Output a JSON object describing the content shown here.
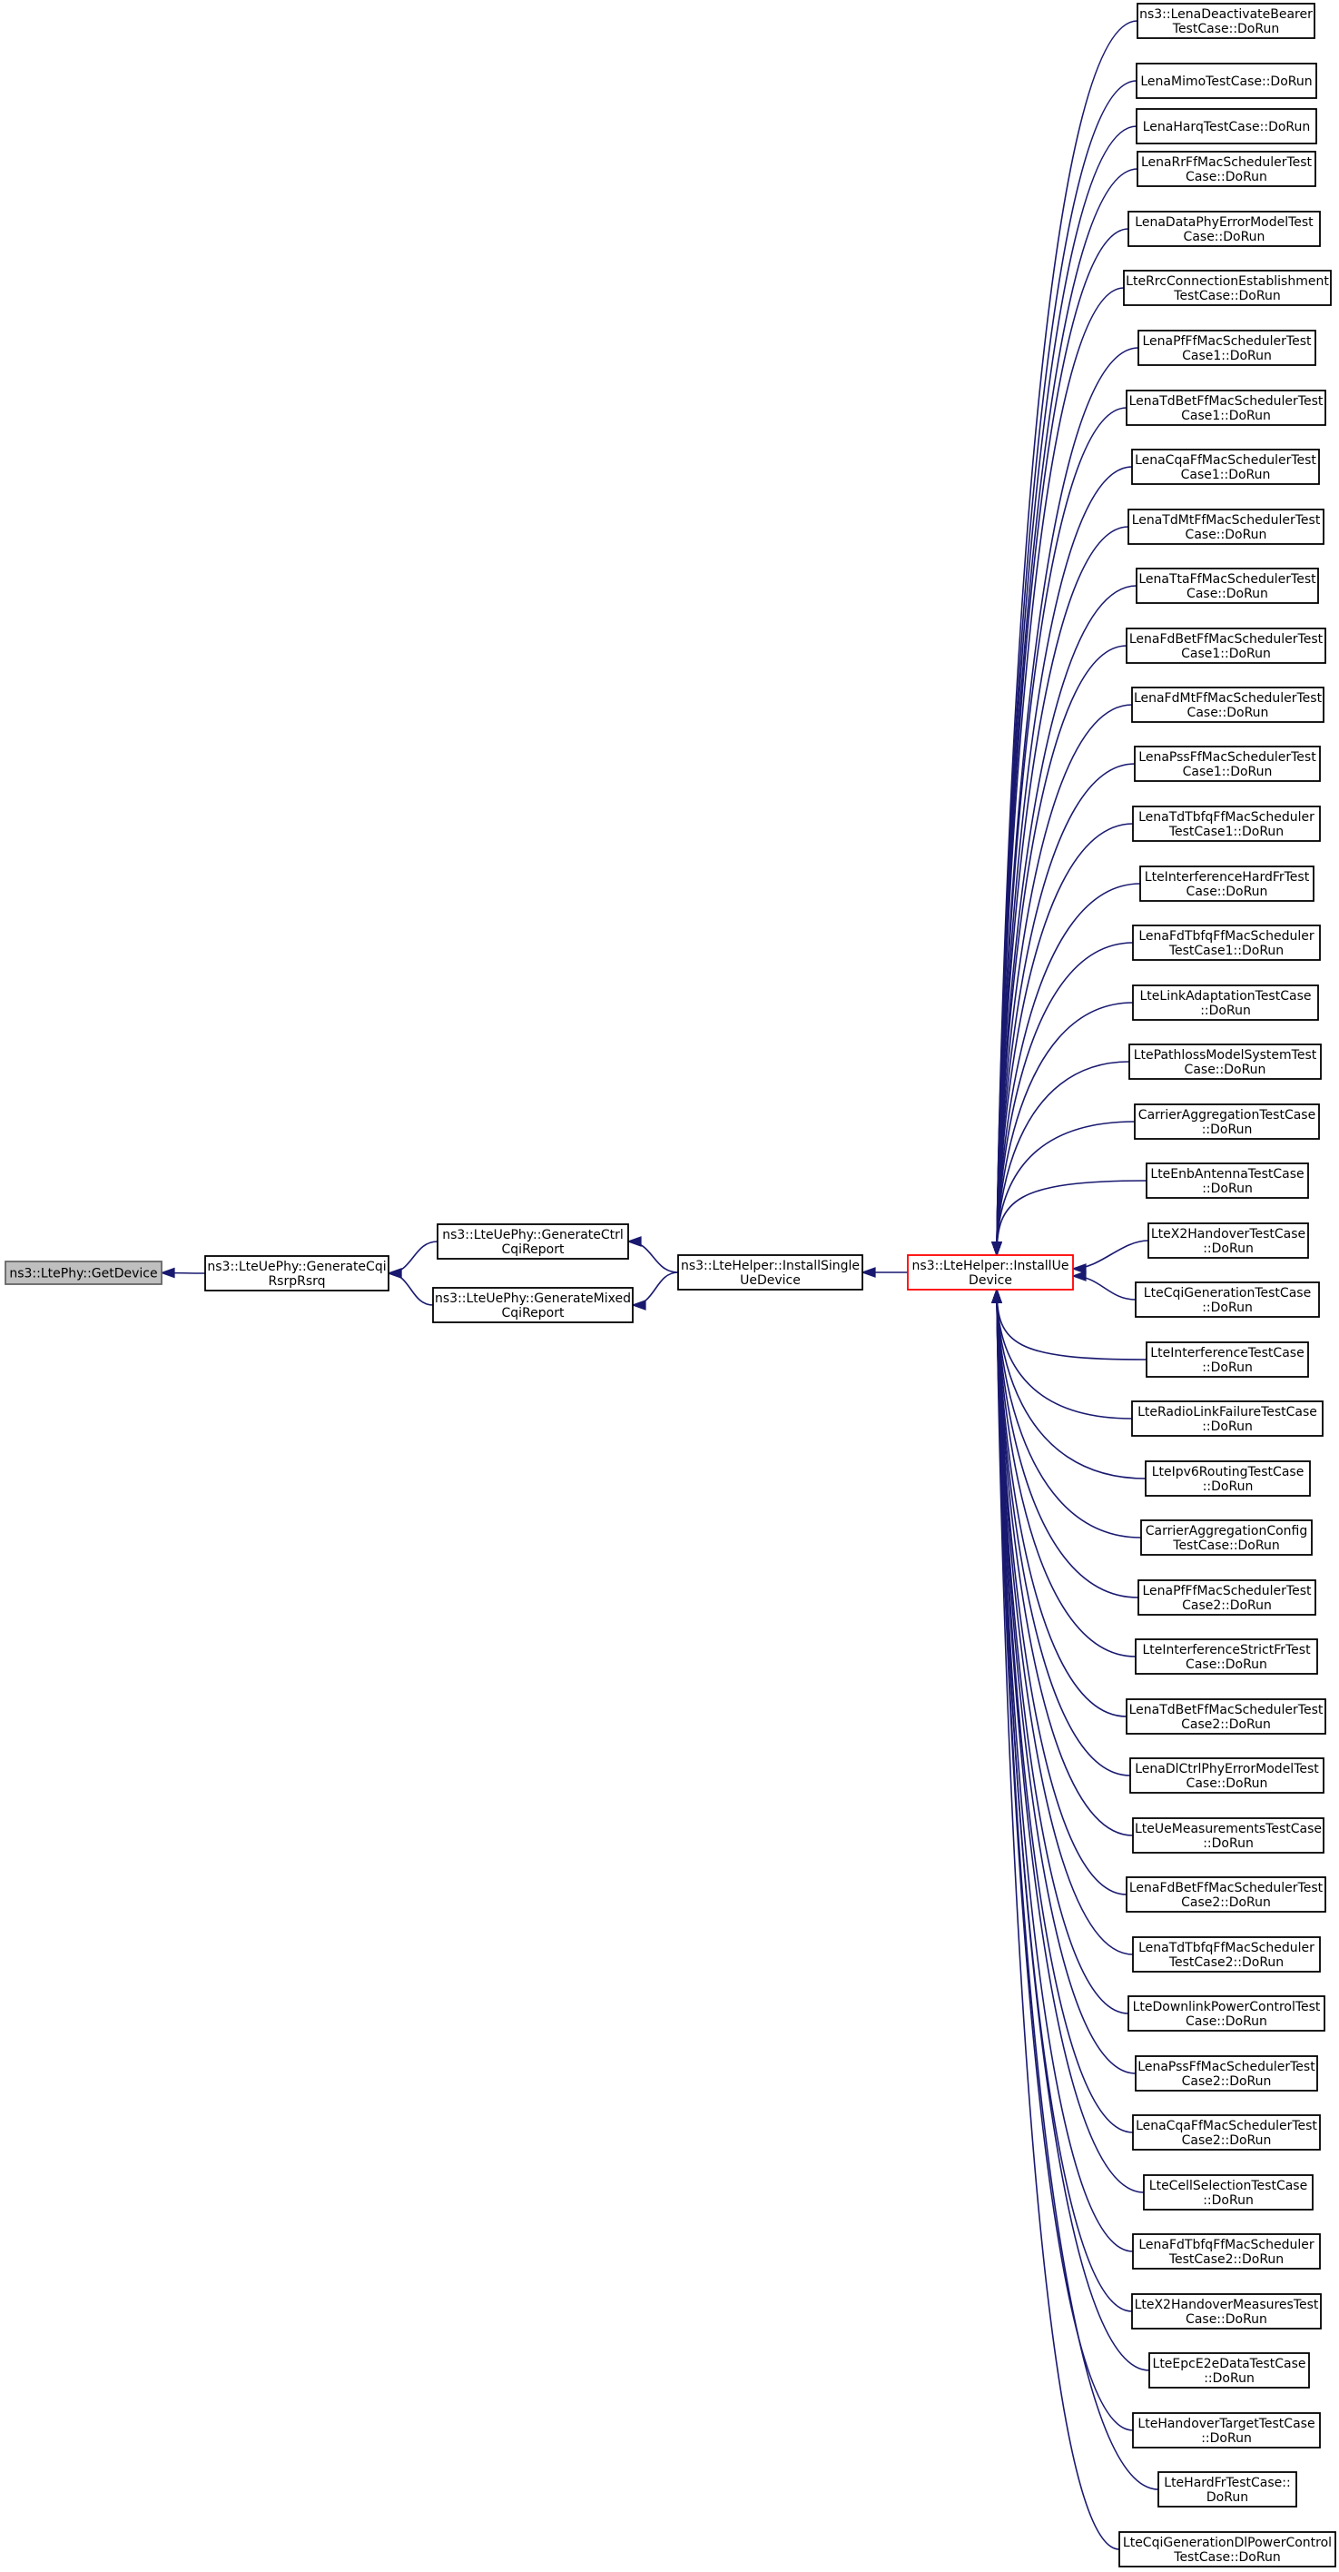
{
  "graph": {
    "colors": {
      "edge": "#191970",
      "current_fill": "#bfbfbf",
      "highlight_border": "#ff0000",
      "border": "#000000"
    },
    "nodes": [
      {
        "id": "getdevice",
        "lines": [
          "ns3::LtePhy::GetDevice"
        ],
        "style": "current"
      },
      {
        "id": "gencqi",
        "lines": [
          "ns3::LteUePhy::GenerateCqi",
          "RsrpRsrq"
        ]
      },
      {
        "id": "genctrl",
        "lines": [
          "ns3::LteUePhy::GenerateCtrl",
          "CqiReport"
        ]
      },
      {
        "id": "genmixed",
        "lines": [
          "ns3::LteUePhy::GenerateMixed",
          "CqiReport"
        ]
      },
      {
        "id": "installsingle",
        "lines": [
          "ns3::LteHelper::InstallSingle",
          "UeDevice"
        ]
      },
      {
        "id": "installue",
        "lines": [
          "ns3::LteHelper::InstallUe",
          "Device"
        ],
        "style": "highlight"
      },
      {
        "id": "c0",
        "lines": [
          "ns3::LenaDeactivateBearer",
          "TestCase::DoRun"
        ]
      },
      {
        "id": "c1",
        "lines": [
          "LenaMimoTestCase::DoRun"
        ]
      },
      {
        "id": "c2",
        "lines": [
          "LenaHarqTestCase::DoRun"
        ]
      },
      {
        "id": "c3",
        "lines": [
          "LenaRrFfMacSchedulerTest",
          "Case::DoRun"
        ]
      },
      {
        "id": "c4",
        "lines": [
          "LenaDataPhyErrorModelTest",
          "Case::DoRun"
        ]
      },
      {
        "id": "c5",
        "lines": [
          "LteRrcConnectionEstablishment",
          "TestCase::DoRun"
        ]
      },
      {
        "id": "c6",
        "lines": [
          "LenaPfFfMacSchedulerTest",
          "Case1::DoRun"
        ]
      },
      {
        "id": "c7",
        "lines": [
          "LenaTdBetFfMacSchedulerTest",
          "Case1::DoRun"
        ]
      },
      {
        "id": "c8",
        "lines": [
          "LenaCqaFfMacSchedulerTest",
          "Case1::DoRun"
        ]
      },
      {
        "id": "c9",
        "lines": [
          "LenaTdMtFfMacSchedulerTest",
          "Case::DoRun"
        ]
      },
      {
        "id": "c10",
        "lines": [
          "LenaTtaFfMacSchedulerTest",
          "Case::DoRun"
        ]
      },
      {
        "id": "c11",
        "lines": [
          "LenaFdBetFfMacSchedulerTest",
          "Case1::DoRun"
        ]
      },
      {
        "id": "c12",
        "lines": [
          "LenaFdMtFfMacSchedulerTest",
          "Case::DoRun"
        ]
      },
      {
        "id": "c13",
        "lines": [
          "LenaPssFfMacSchedulerTest",
          "Case1::DoRun"
        ]
      },
      {
        "id": "c14",
        "lines": [
          "LenaTdTbfqFfMacScheduler",
          "TestCase1::DoRun"
        ]
      },
      {
        "id": "c15",
        "lines": [
          "LteInterferenceHardFrTest",
          "Case::DoRun"
        ]
      },
      {
        "id": "c16",
        "lines": [
          "LenaFdTbfqFfMacScheduler",
          "TestCase1::DoRun"
        ]
      },
      {
        "id": "c17",
        "lines": [
          "LteLinkAdaptationTestCase",
          "::DoRun"
        ]
      },
      {
        "id": "c18",
        "lines": [
          "LtePathlossModelSystemTest",
          "Case::DoRun"
        ]
      },
      {
        "id": "c19",
        "lines": [
          "CarrierAggregationTestCase",
          "::DoRun"
        ]
      },
      {
        "id": "c20",
        "lines": [
          "LteEnbAntennaTestCase",
          "::DoRun"
        ]
      },
      {
        "id": "c21",
        "lines": [
          "LteX2HandoverTestCase",
          "::DoRun"
        ]
      },
      {
        "id": "c22",
        "lines": [
          "LteCqiGenerationTestCase",
          "::DoRun"
        ]
      },
      {
        "id": "c23",
        "lines": [
          "LteInterferenceTestCase",
          "::DoRun"
        ]
      },
      {
        "id": "c24",
        "lines": [
          "LteRadioLinkFailureTestCase",
          "::DoRun"
        ]
      },
      {
        "id": "c25",
        "lines": [
          "LteIpv6RoutingTestCase",
          "::DoRun"
        ]
      },
      {
        "id": "c26",
        "lines": [
          "CarrierAggregationConfig",
          "TestCase::DoRun"
        ]
      },
      {
        "id": "c27",
        "lines": [
          "LenaPfFfMacSchedulerTest",
          "Case2::DoRun"
        ]
      },
      {
        "id": "c28",
        "lines": [
          "LteInterferenceStrictFrTest",
          "Case::DoRun"
        ]
      },
      {
        "id": "c29",
        "lines": [
          "LenaTdBetFfMacSchedulerTest",
          "Case2::DoRun"
        ]
      },
      {
        "id": "c30",
        "lines": [
          "LenaDlCtrlPhyErrorModelTest",
          "Case::DoRun"
        ]
      },
      {
        "id": "c31",
        "lines": [
          "LteUeMeasurementsTestCase",
          "::DoRun"
        ]
      },
      {
        "id": "c32",
        "lines": [
          "LenaFdBetFfMacSchedulerTest",
          "Case2::DoRun"
        ]
      },
      {
        "id": "c33",
        "lines": [
          "LenaTdTbfqFfMacScheduler",
          "TestCase2::DoRun"
        ]
      },
      {
        "id": "c34",
        "lines": [
          "LteDownlinkPowerControlTest",
          "Case::DoRun"
        ]
      },
      {
        "id": "c35",
        "lines": [
          "LenaPssFfMacSchedulerTest",
          "Case2::DoRun"
        ]
      },
      {
        "id": "c36",
        "lines": [
          "LenaCqaFfMacSchedulerTest",
          "Case2::DoRun"
        ]
      },
      {
        "id": "c37",
        "lines": [
          "LteCellSelectionTestCase",
          "::DoRun"
        ]
      },
      {
        "id": "c38",
        "lines": [
          "LenaFdTbfqFfMacScheduler",
          "TestCase2::DoRun"
        ]
      },
      {
        "id": "c39",
        "lines": [
          "LteX2HandoverMeasuresTest",
          "Case::DoRun"
        ]
      },
      {
        "id": "c40",
        "lines": [
          "LteEpcE2eDataTestCase",
          "::DoRun"
        ]
      },
      {
        "id": "c41",
        "lines": [
          "LteHandoverTargetTestCase",
          "::DoRun"
        ]
      },
      {
        "id": "c42",
        "lines": [
          "LteHardFrTestCase::",
          "DoRun"
        ]
      },
      {
        "id": "c43",
        "lines": [
          "LteCqiGenerationDlPowerControl",
          "TestCase::DoRun"
        ]
      }
    ],
    "edges": [
      [
        "gencqi",
        "getdevice"
      ],
      [
        "genctrl",
        "gencqi"
      ],
      [
        "genmixed",
        "gencqi"
      ],
      [
        "installsingle",
        "genctrl"
      ],
      [
        "installsingle",
        "genmixed"
      ],
      [
        "installue",
        "installsingle"
      ],
      [
        "c0",
        "installue"
      ],
      [
        "c1",
        "installue"
      ],
      [
        "c2",
        "installue"
      ],
      [
        "c3",
        "installue"
      ],
      [
        "c4",
        "installue"
      ],
      [
        "c5",
        "installue"
      ],
      [
        "c6",
        "installue"
      ],
      [
        "c7",
        "installue"
      ],
      [
        "c8",
        "installue"
      ],
      [
        "c9",
        "installue"
      ],
      [
        "c10",
        "installue"
      ],
      [
        "c11",
        "installue"
      ],
      [
        "c12",
        "installue"
      ],
      [
        "c13",
        "installue"
      ],
      [
        "c14",
        "installue"
      ],
      [
        "c15",
        "installue"
      ],
      [
        "c16",
        "installue"
      ],
      [
        "c17",
        "installue"
      ],
      [
        "c18",
        "installue"
      ],
      [
        "c19",
        "installue"
      ],
      [
        "c20",
        "installue"
      ],
      [
        "c21",
        "installue"
      ],
      [
        "c22",
        "installue"
      ],
      [
        "c23",
        "installue"
      ],
      [
        "c24",
        "installue"
      ],
      [
        "c25",
        "installue"
      ],
      [
        "c26",
        "installue"
      ],
      [
        "c27",
        "installue"
      ],
      [
        "c28",
        "installue"
      ],
      [
        "c29",
        "installue"
      ],
      [
        "c30",
        "installue"
      ],
      [
        "c31",
        "installue"
      ],
      [
        "c32",
        "installue"
      ],
      [
        "c33",
        "installue"
      ],
      [
        "c34",
        "installue"
      ],
      [
        "c35",
        "installue"
      ],
      [
        "c36",
        "installue"
      ],
      [
        "c37",
        "installue"
      ],
      [
        "c38",
        "installue"
      ],
      [
        "c39",
        "installue"
      ],
      [
        "c40",
        "installue"
      ],
      [
        "c41",
        "installue"
      ],
      [
        "c42",
        "installue"
      ],
      [
        "c43",
        "installue"
      ]
    ]
  }
}
